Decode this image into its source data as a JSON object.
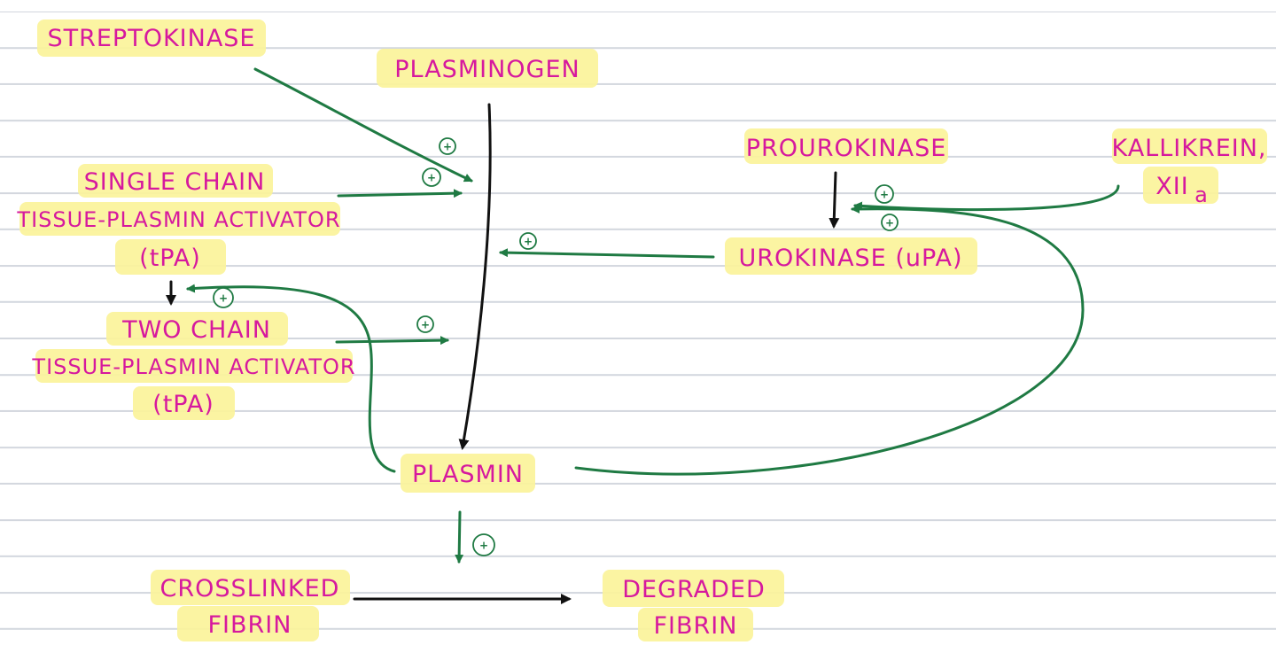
{
  "labels": {
    "streptokinase": "STREPTOKINASE",
    "plasminogen": "PLASMINOGEN",
    "single_chain": [
      "SINGLE CHAIN",
      "TISSUE-PLASMIN ACTIVATOR",
      "(tPA)"
    ],
    "two_chain": [
      "TWO CHAIN",
      "TISSUE-PLASMIN ACTIVATOR",
      "(tPA)"
    ],
    "prourokinase": "PROUROKINASE",
    "urokinase": "UROKINASE (uPA)",
    "kallikrein": [
      "KALLIKREIN,",
      "XII"
    ],
    "kallikrein_sub": "a",
    "plasmin": "PLASMIN",
    "crosslinked_fibrin": [
      "CROSSLINKED",
      "FIBRIN"
    ],
    "degraded_fibrin": [
      "DEGRADED",
      "FIBRIN"
    ]
  },
  "activation_symbol": "+",
  "colors": {
    "label_text": "#d6199e",
    "highlight": "#fbf39a",
    "activation_arrow": "#1f7a43",
    "conversion_arrow": "#111111",
    "ruled_line": "#d3d7de"
  }
}
